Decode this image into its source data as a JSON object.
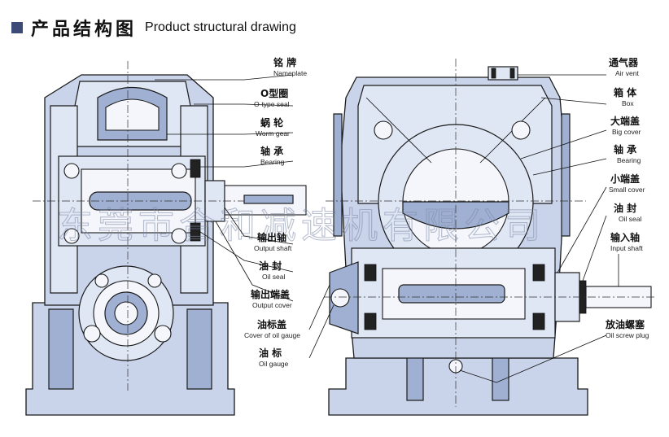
{
  "header": {
    "title_cn": "产品结构图",
    "title_en": "Product structural drawing"
  },
  "watermark": "东莞市合和减速机有限公司",
  "left_labels": [
    {
      "cn": "铭 牌",
      "en": "Nameplate"
    },
    {
      "cn": "O型圈",
      "en": "O-type seal"
    },
    {
      "cn": "蜗 轮",
      "en": "Worm gear"
    },
    {
      "cn": "轴 承",
      "en": "Bearing"
    },
    {
      "cn": "输出轴",
      "en": "Output shaft"
    },
    {
      "cn": "油 封",
      "en": "Oil seal"
    },
    {
      "cn": "输出端盖",
      "en": "Output cover"
    },
    {
      "cn": "油标盖",
      "en": "Cover of oil gauge"
    },
    {
      "cn": "油 标",
      "en": "Oil gauge"
    }
  ],
  "right_labels": [
    {
      "cn": "通气器",
      "en": "Air vent"
    },
    {
      "cn": "箱 体",
      "en": "Box"
    },
    {
      "cn": "大端盖",
      "en": "Big cover"
    },
    {
      "cn": "轴 承",
      "en": "Bearing"
    },
    {
      "cn": "小端盖",
      "en": "Small cover"
    },
    {
      "cn": "油 封",
      "en": "Oil seal"
    },
    {
      "cn": "输入轴",
      "en": "Input shaft"
    },
    {
      "cn": "放油螺塞",
      "en": "Oil screw plug"
    }
  ],
  "colors": {
    "housing": "#c9d3ea",
    "shadow": "#9fb0d2",
    "highlight": "#dfe6f4",
    "outline": "#1a1a1a",
    "accent": "#3c4a78"
  }
}
